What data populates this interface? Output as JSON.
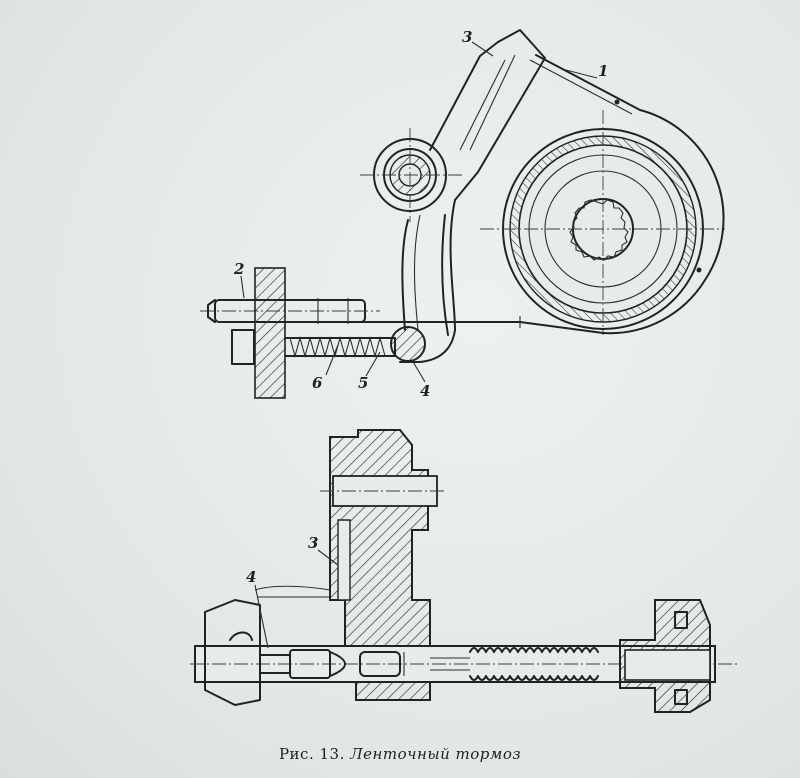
{
  "figure": {
    "caption_prefix": "Рис. 13.",
    "caption_title": "Ленточный тормоз"
  },
  "callouts": [
    {
      "id": "1",
      "text": "1"
    },
    {
      "id": "2",
      "text": "2"
    },
    {
      "id": "3",
      "text": "3"
    },
    {
      "id": "4",
      "text": "4"
    },
    {
      "id": "5",
      "text": "5"
    },
    {
      "id": "6",
      "text": "6"
    },
    {
      "id": "3b",
      "text": "3"
    },
    {
      "id": "4b",
      "text": "4"
    }
  ],
  "colors": {
    "ink": "#1e2426",
    "paper": "#e6ecea",
    "hatch": "#2b3133"
  }
}
